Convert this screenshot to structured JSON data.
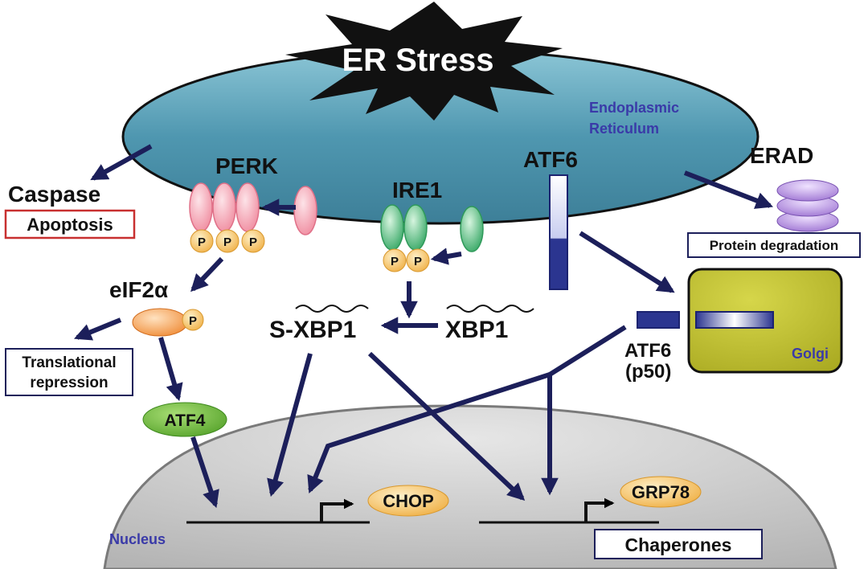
{
  "title": "ER Stress",
  "er_label_line1": "Endoplasmic",
  "er_label_line2": "Reticulum",
  "nucleus_label": "Nucleus",
  "golgi_label": "Golgi",
  "perk": {
    "label": "PERK",
    "p": "P"
  },
  "ire1": {
    "label": "IRE1",
    "p": "P"
  },
  "atf6": {
    "label": "ATF6",
    "p50_line1": "ATF6",
    "p50_line2": "(p50)"
  },
  "erad": {
    "label": "ERAD",
    "box": "Protein degradation"
  },
  "caspase": "Caspase",
  "apoptosis": "Apoptosis",
  "eif2a": {
    "label": "eIF2α",
    "p": "P"
  },
  "translational_line1": "Translational",
  "translational_line2": "repression",
  "atf4": "ATF4",
  "xbp1": "XBP1",
  "s_xbp1": "S-XBP1",
  "chop": "CHOP",
  "grp78": "GRP78",
  "chaperones": "Chaperones",
  "colors": {
    "er_fill": "#5aa0b8",
    "arrow": "#1c1f5a",
    "label_blue": "#3a3aa8",
    "perk_pink": "#f4a6b4",
    "ire1_green": "#4fbf7a",
    "phospho": "#f5c06a",
    "golgi": "#b8b82a",
    "atf4": "#6fba3a",
    "nucleus": "#cfcfcf",
    "apoptosis_red": "#c83030"
  }
}
